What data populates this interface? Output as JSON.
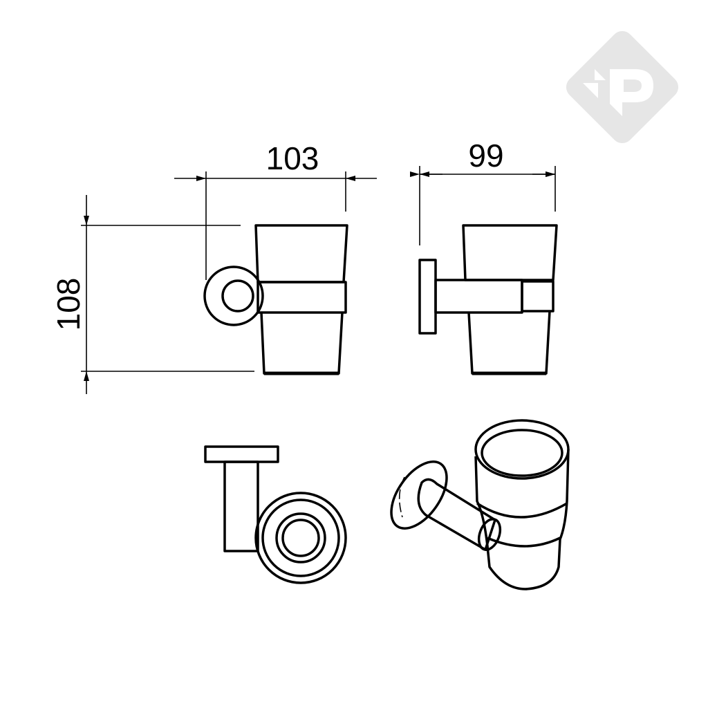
{
  "drawing": {
    "dimensions": {
      "width_front": "103",
      "height_front": "108",
      "depth_side": "99"
    },
    "views": [
      "front-view",
      "side-view",
      "top-view",
      "isometric-view"
    ]
  },
  "logo": {
    "letter": "P",
    "color": "#e6e6e6"
  },
  "colors": {
    "line": "#000000",
    "background": "#ffffff"
  }
}
